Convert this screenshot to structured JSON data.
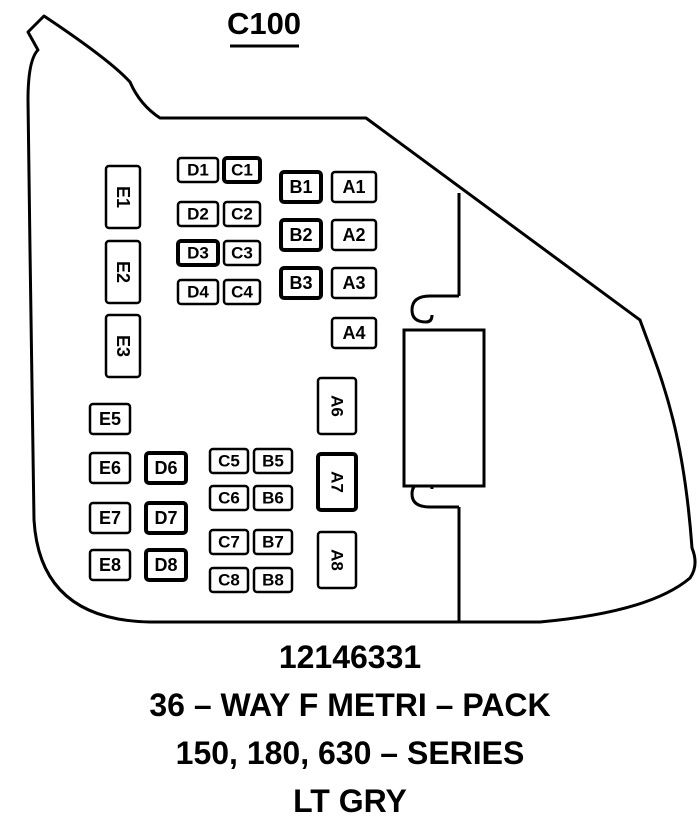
{
  "connector": {
    "id": "C100",
    "part_number": "12146331",
    "description": "36 – WAY F METRI – PACK",
    "series": "150, 180, 630 – SERIES",
    "color": "LT GRY"
  },
  "cavities": [
    {
      "label": "E1",
      "name": "cavity-e1"
    },
    {
      "label": "E2",
      "name": "cavity-e2"
    },
    {
      "label": "E3",
      "name": "cavity-e3"
    },
    {
      "label": "D1",
      "name": "cavity-d1"
    },
    {
      "label": "C1",
      "name": "cavity-c1"
    },
    {
      "label": "D2",
      "name": "cavity-d2"
    },
    {
      "label": "C2",
      "name": "cavity-c2"
    },
    {
      "label": "D3",
      "name": "cavity-d3"
    },
    {
      "label": "C3",
      "name": "cavity-c3"
    },
    {
      "label": "D4",
      "name": "cavity-d4"
    },
    {
      "label": "C4",
      "name": "cavity-c4"
    },
    {
      "label": "B1",
      "name": "cavity-b1"
    },
    {
      "label": "A1",
      "name": "cavity-a1"
    },
    {
      "label": "B2",
      "name": "cavity-b2"
    },
    {
      "label": "A2",
      "name": "cavity-a2"
    },
    {
      "label": "B3",
      "name": "cavity-b3"
    },
    {
      "label": "A3",
      "name": "cavity-a3"
    },
    {
      "label": "A4",
      "name": "cavity-a4"
    },
    {
      "label": "E5",
      "name": "cavity-e5"
    },
    {
      "label": "E6",
      "name": "cavity-e6"
    },
    {
      "label": "D6",
      "name": "cavity-d6"
    },
    {
      "label": "E7",
      "name": "cavity-e7"
    },
    {
      "label": "D7",
      "name": "cavity-d7"
    },
    {
      "label": "E8",
      "name": "cavity-e8"
    },
    {
      "label": "D8",
      "name": "cavity-d8"
    },
    {
      "label": "C5",
      "name": "cavity-c5"
    },
    {
      "label": "B5",
      "name": "cavity-b5"
    },
    {
      "label": "C6",
      "name": "cavity-c6"
    },
    {
      "label": "B6",
      "name": "cavity-b6"
    },
    {
      "label": "C7",
      "name": "cavity-c7"
    },
    {
      "label": "B7",
      "name": "cavity-b7"
    },
    {
      "label": "C8",
      "name": "cavity-c8"
    },
    {
      "label": "B8",
      "name": "cavity-b8"
    },
    {
      "label": "A6",
      "name": "cavity-a6"
    },
    {
      "label": "A7",
      "name": "cavity-a7"
    },
    {
      "label": "A8",
      "name": "cavity-a8"
    }
  ]
}
